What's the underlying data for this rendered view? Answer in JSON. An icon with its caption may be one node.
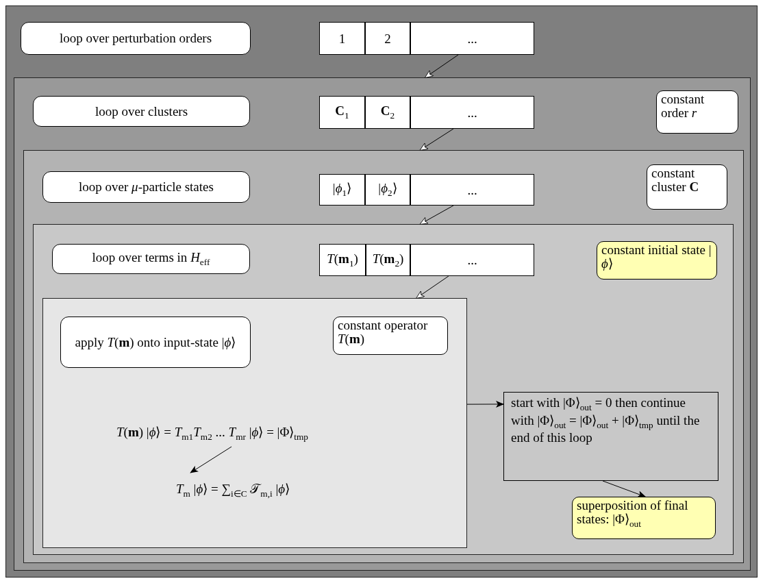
{
  "diagram": {
    "nodes": [
      {
        "text": [],
        "shape": "box"
      },
      {
        "text": [
          "loop over perturbation orders"
        ],
        "in": 0
      },
      {
        "text": [
          "1"
        ],
        "in": 0
      },
      {
        "text": [
          "2"
        ],
        "in": 0
      },
      {
        "text": [
          "..."
        ],
        "in": 0
      },
      {
        "text": [],
        "shape": "box",
        "in": 0
      },
      {
        "text": [
          "loop over clusters"
        ],
        "in": 5
      },
      {
        "text": [
          "**C**$_{1}$"
        ],
        "in": 5
      },
      {
        "text": [
          "**C**$_{2}$"
        ],
        "in": 5
      },
      {
        "text": [
          "..."
        ],
        "in": 5
      },
      {
        "text": [
          "constant order *r*"
        ],
        "in": 5
      },
      {
        "text": [],
        "shape": "box",
        "in": 5
      },
      {
        "text": [
          "loop over *μ*-particle states"
        ],
        "in": 11
      },
      {
        "text": [
          "|*ϕ*$_{1}$⟩"
        ],
        "in": 11
      },
      {
        "text": [
          "|*ϕ*$_{2}$⟩"
        ],
        "in": 11
      },
      {
        "text": [
          "..."
        ],
        "in": 11
      },
      {
        "text": [
          "constant cluster **C**"
        ],
        "in": 11
      },
      {
        "text": [],
        "shape": "box",
        "in": 11
      },
      {
        "text": [
          "loop over terms in *H*$_{eff}$"
        ],
        "in": 17
      },
      {
        "text": [
          "*T*(**m**$_{1}$)"
        ],
        "in": 17
      },
      {
        "text": [
          "*T*(**m**$_{2}$)"
        ],
        "in": 17
      },
      {
        "text": [
          "..."
        ],
        "in": 17
      },
      {
        "text": [
          "constant initial state |*ϕ*⟩"
        ],
        "in": 17
      },
      {
        "text": [],
        "shape": "box",
        "in": 17
      },
      {
        "text": [
          "apply *T*(**m**) onto input-state |*ϕ*⟩"
        ],
        "in": 23
      },
      {
        "text": [
          "constant operator *T*(**m**)"
        ],
        "in": 23
      },
      {
        "text": [
          "*T*(**m**) |*ϕ*⟩ = *T*$_{m1}$*T*$_{m2}$ ... *T*$_{mr}$ |*ϕ*⟩ = |Φ⟩$_{tmp}$"
        ],
        "in": 23
      },
      {
        "text": [
          "*T*$_{m}$ |*ϕ*⟩ = ∑$_{i∈C}$ 𝒯$_{m,i}$ |*ϕ*⟩"
        ],
        "in": 23
      },
      {
        "text": [
          "start with |Φ⟩$_{out}$ = 0 then continue with |Φ⟩$_{out}$ = |Φ⟩$_{out}$ + |Φ⟩$_{tmp}$ until the end of this loop"
        ],
        "in": 17
      },
      {
        "text": [
          "superposition of final states: |Φ⟩$_{out}$"
        ],
        "in": 17
      }
    ],
    "edges": [
      {
        "from": 4,
        "to": 5,
        "arrow": "to"
      },
      {
        "from": 9,
        "to": 11,
        "arrow": "to"
      },
      {
        "from": 15,
        "to": 17,
        "arrow": "to"
      },
      {
        "from": 21,
        "to": 23,
        "arrow": "to"
      },
      {
        "from": 23,
        "to": 28,
        "arrow": "to"
      },
      {
        "from": 26,
        "to": 27,
        "arrow": "to"
      },
      {
        "from": 28,
        "to": 29,
        "arrow": "to"
      }
    ]
  }
}
